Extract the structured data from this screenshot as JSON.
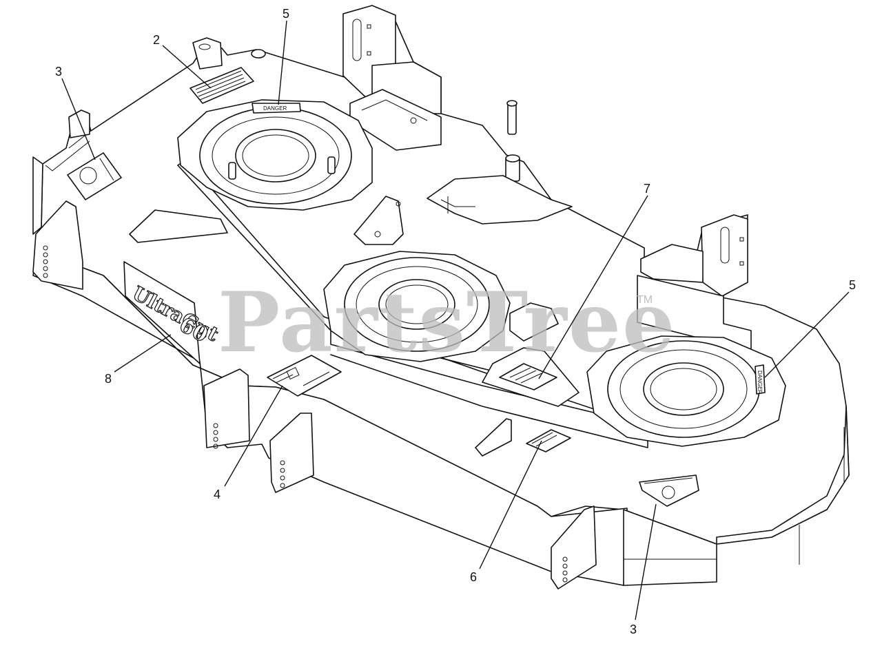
{
  "watermark": {
    "text": "PartsTree",
    "trademark": "TM"
  },
  "deck_branding": {
    "model": "UltraCut",
    "size": "60"
  },
  "decal_text": {
    "danger": "DANGER"
  },
  "callouts": [
    {
      "id": "c2",
      "label": "2"
    },
    {
      "id": "c3a",
      "label": "3"
    },
    {
      "id": "c5a",
      "label": "5"
    },
    {
      "id": "c7",
      "label": "7"
    },
    {
      "id": "c5b",
      "label": "5"
    },
    {
      "id": "c8",
      "label": "8"
    },
    {
      "id": "c4",
      "label": "4"
    },
    {
      "id": "c6",
      "label": "6"
    },
    {
      "id": "c3b",
      "label": "3"
    }
  ]
}
